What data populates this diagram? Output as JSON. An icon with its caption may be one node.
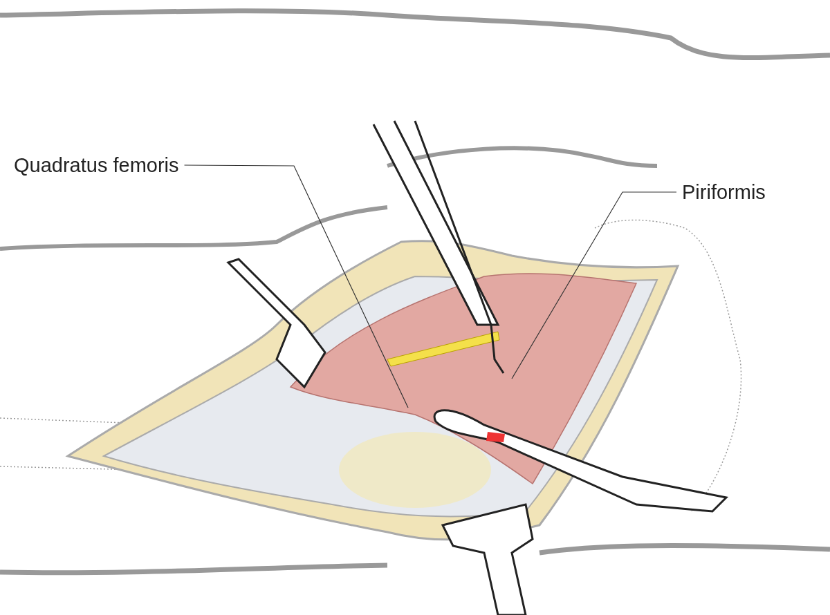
{
  "diagram": {
    "nodes": [
      {
        "text": [
          "Quadratus femoris"
        ]
      },
      {
        "text": [
          "Piriformis"
        ]
      }
    ],
    "edges": [
      {
        "from": 0,
        "to": null,
        "arrow": "none"
      },
      {
        "from": 1,
        "to": null,
        "arrow": "none"
      }
    ]
  }
}
